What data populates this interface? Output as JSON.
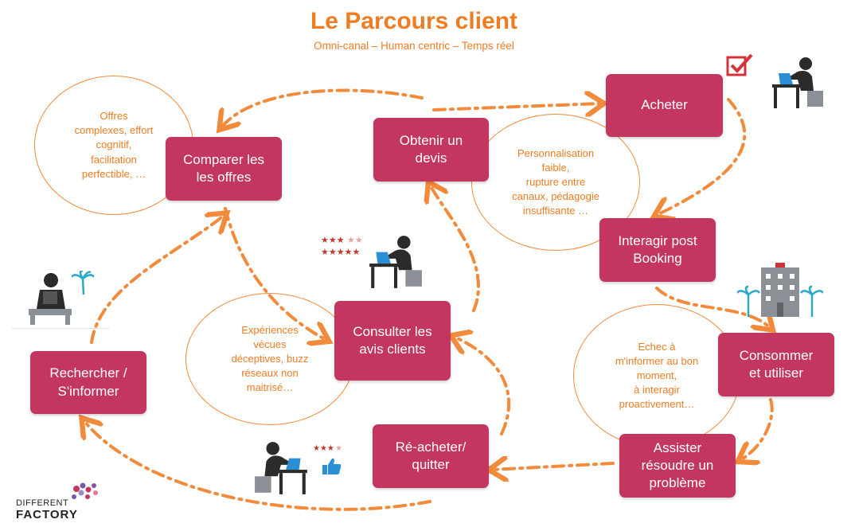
{
  "header": {
    "title": "Le Parcours client",
    "subtitle": "Omni-canal – Human centric – Temps réel"
  },
  "steps": {
    "comparer": "Comparer les\nles offres",
    "devis": "Obtenir un\ndevis",
    "acheter": "Acheter",
    "interagir": "Interagir post\nBooking",
    "consulter": "Consulter les\navis clients",
    "consommer": "Consommer\net utiliser",
    "rechercher": "Rechercher /\nS'informer",
    "reacheter": "Ré-acheter/\nquitter",
    "assister": "Assister\nrésoudre un\nproblème"
  },
  "pain_points": {
    "offres": "Offres\ncomplexes, effort\ncognitif,\nfacilitation\nperfectible, …",
    "personnalisation": "Personnalisation\nfaible,\nrupture entre\ncanaux, pédagogie\ninsuffisante …",
    "experiences": "Expériences\nvécues\ndéceptives, buzz\nréseaux non\nmaitrisé…",
    "echec": "Echec à\nm'informer au bon\nmoment,\nà interagir\nproactivement…"
  },
  "logo": {
    "line1": "DIFFERENT",
    "line2": "FACTORY"
  },
  "colors": {
    "title": "#f07c22",
    "step_fill": "#c2365f",
    "arrow": "#f28a3b",
    "person": "#2b2b2b",
    "laptop": "#2a8fd6",
    "stars_red": "#c0392b",
    "hotel": "#8b8f96",
    "palm": "#28a7c9"
  },
  "icons": [
    "checkbox-icon",
    "person-laptop-icon",
    "person-reading-icon",
    "palm-tree-icon",
    "rating-stars-icon",
    "thumbs-up-icon",
    "hotel-icon"
  ]
}
